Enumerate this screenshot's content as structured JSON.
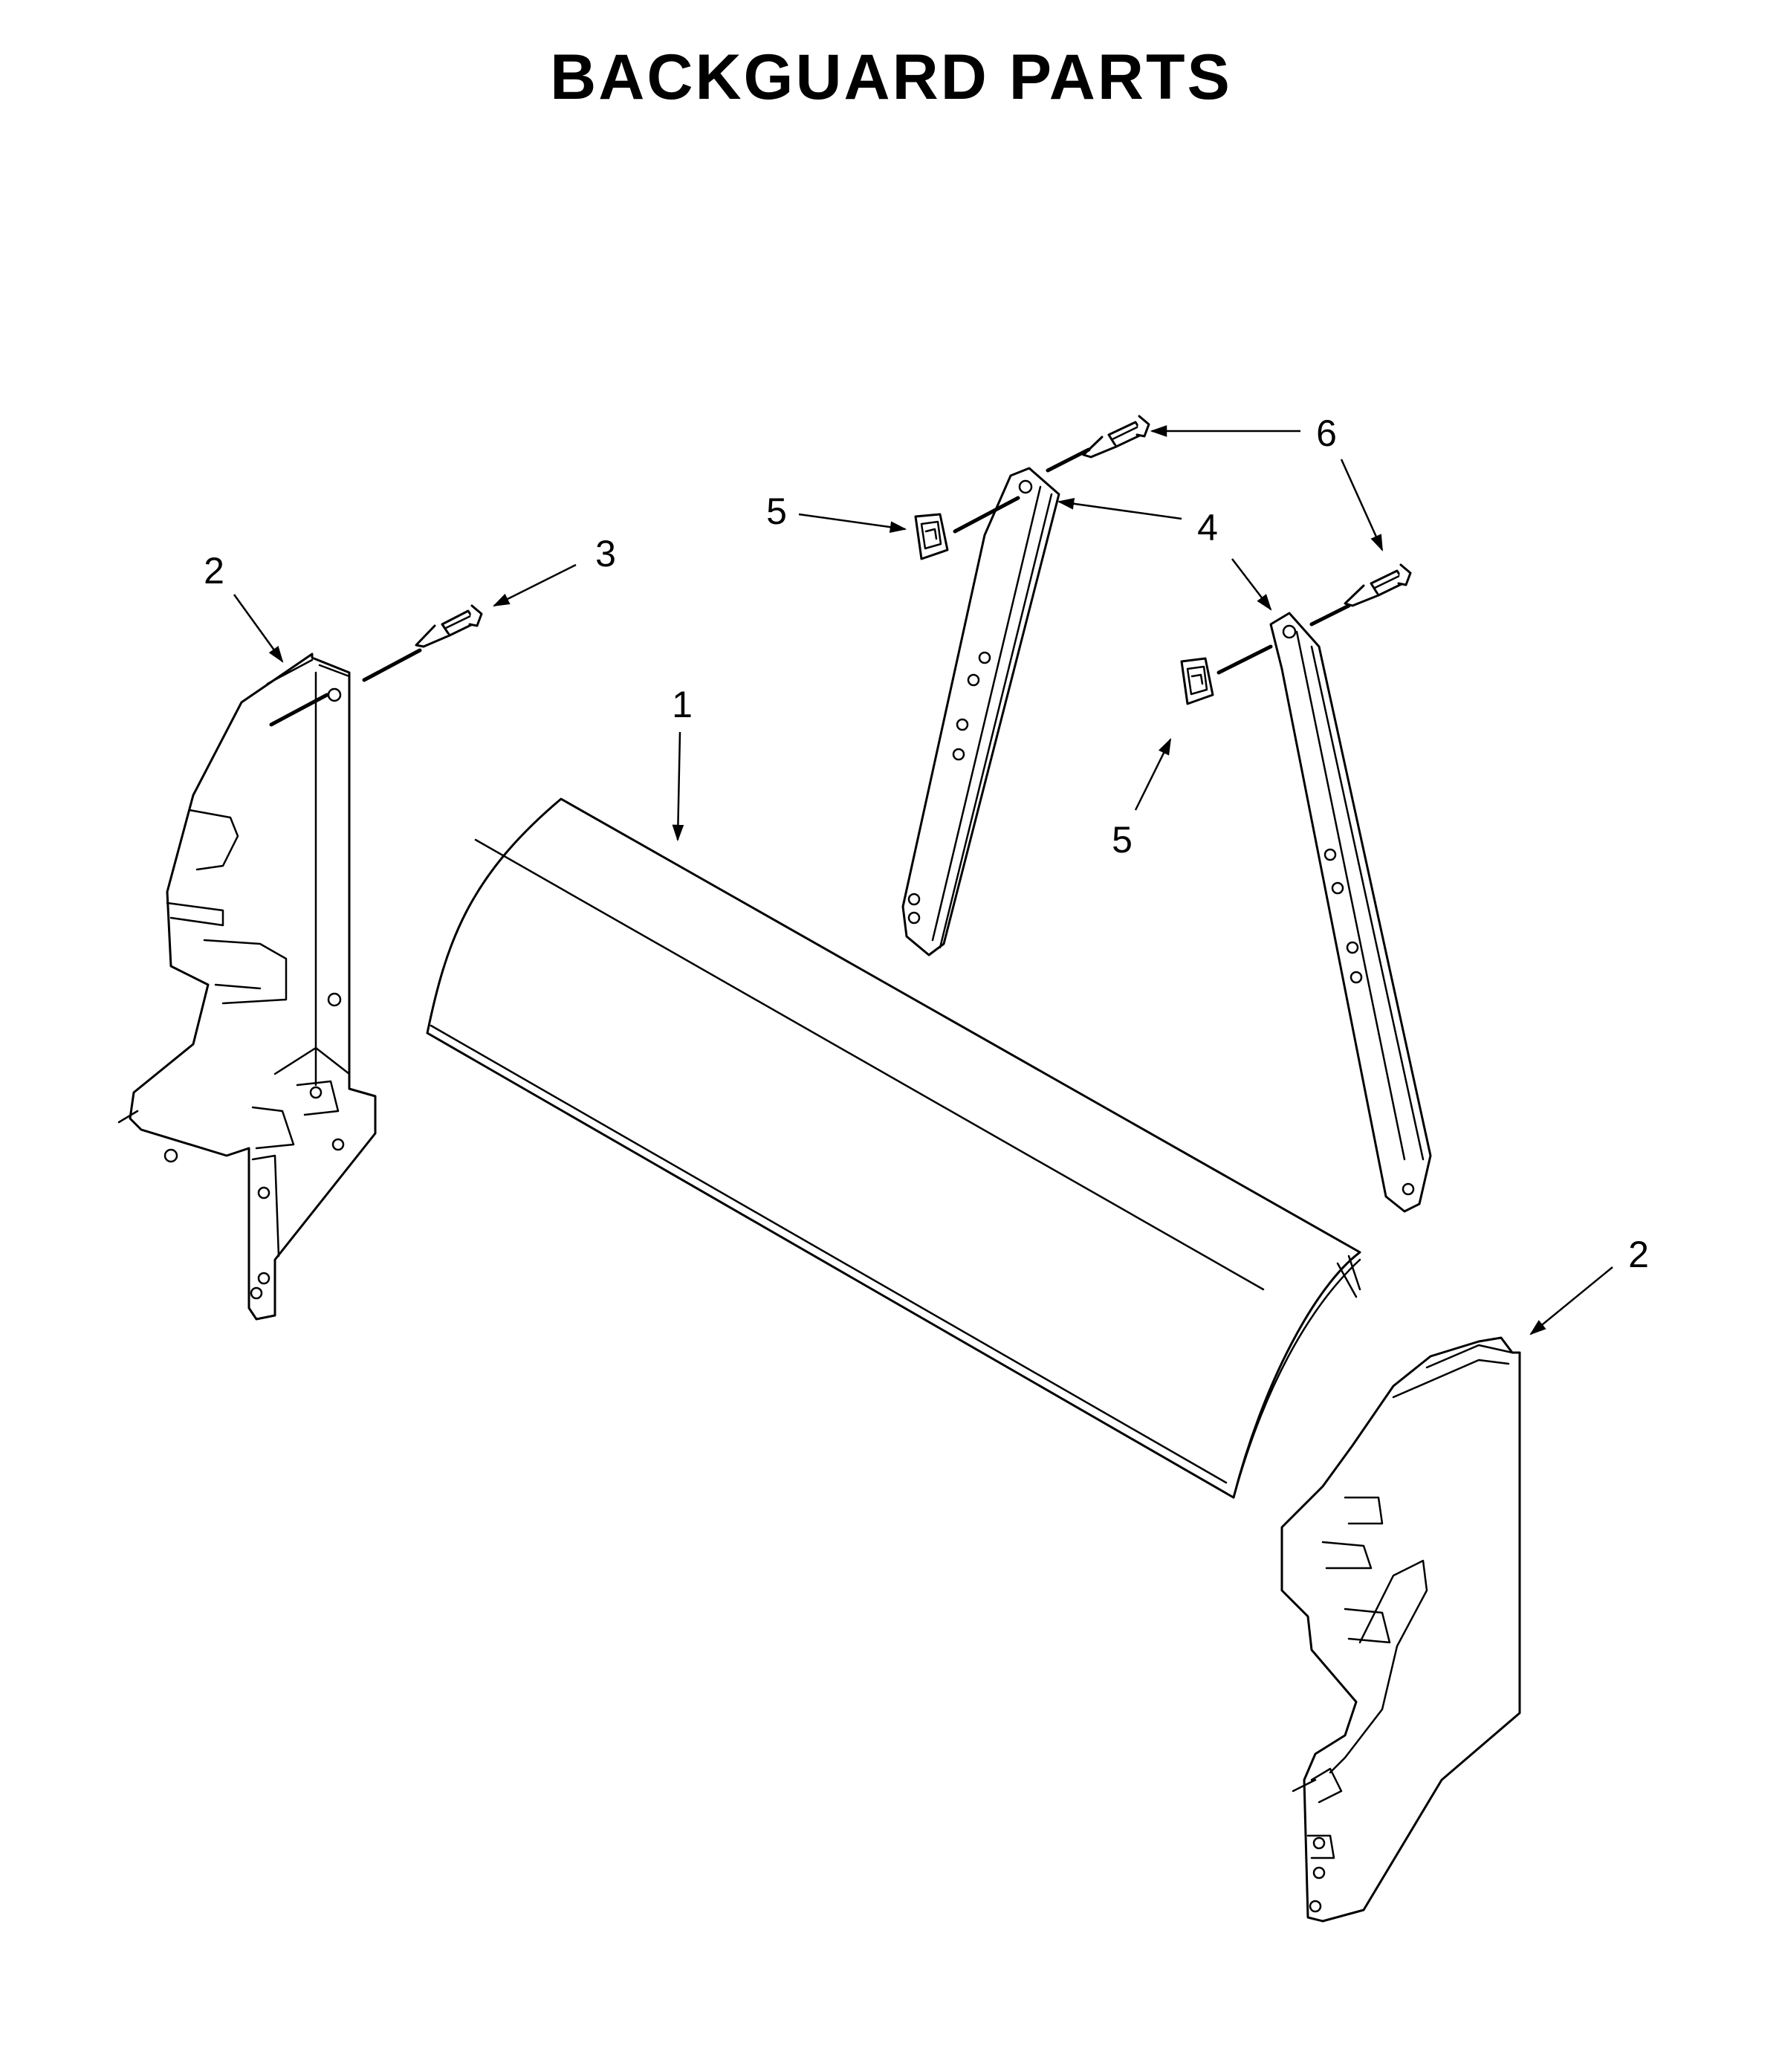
{
  "title": "BACKGUARD PARTS",
  "callouts": {
    "backguard": "1",
    "end_cap_left": "2",
    "end_cap_right": "2",
    "screw_end_cap": "3",
    "bracket": "4",
    "clip_upper": "5",
    "clip_lower": "5",
    "screw_bracket": "6"
  }
}
